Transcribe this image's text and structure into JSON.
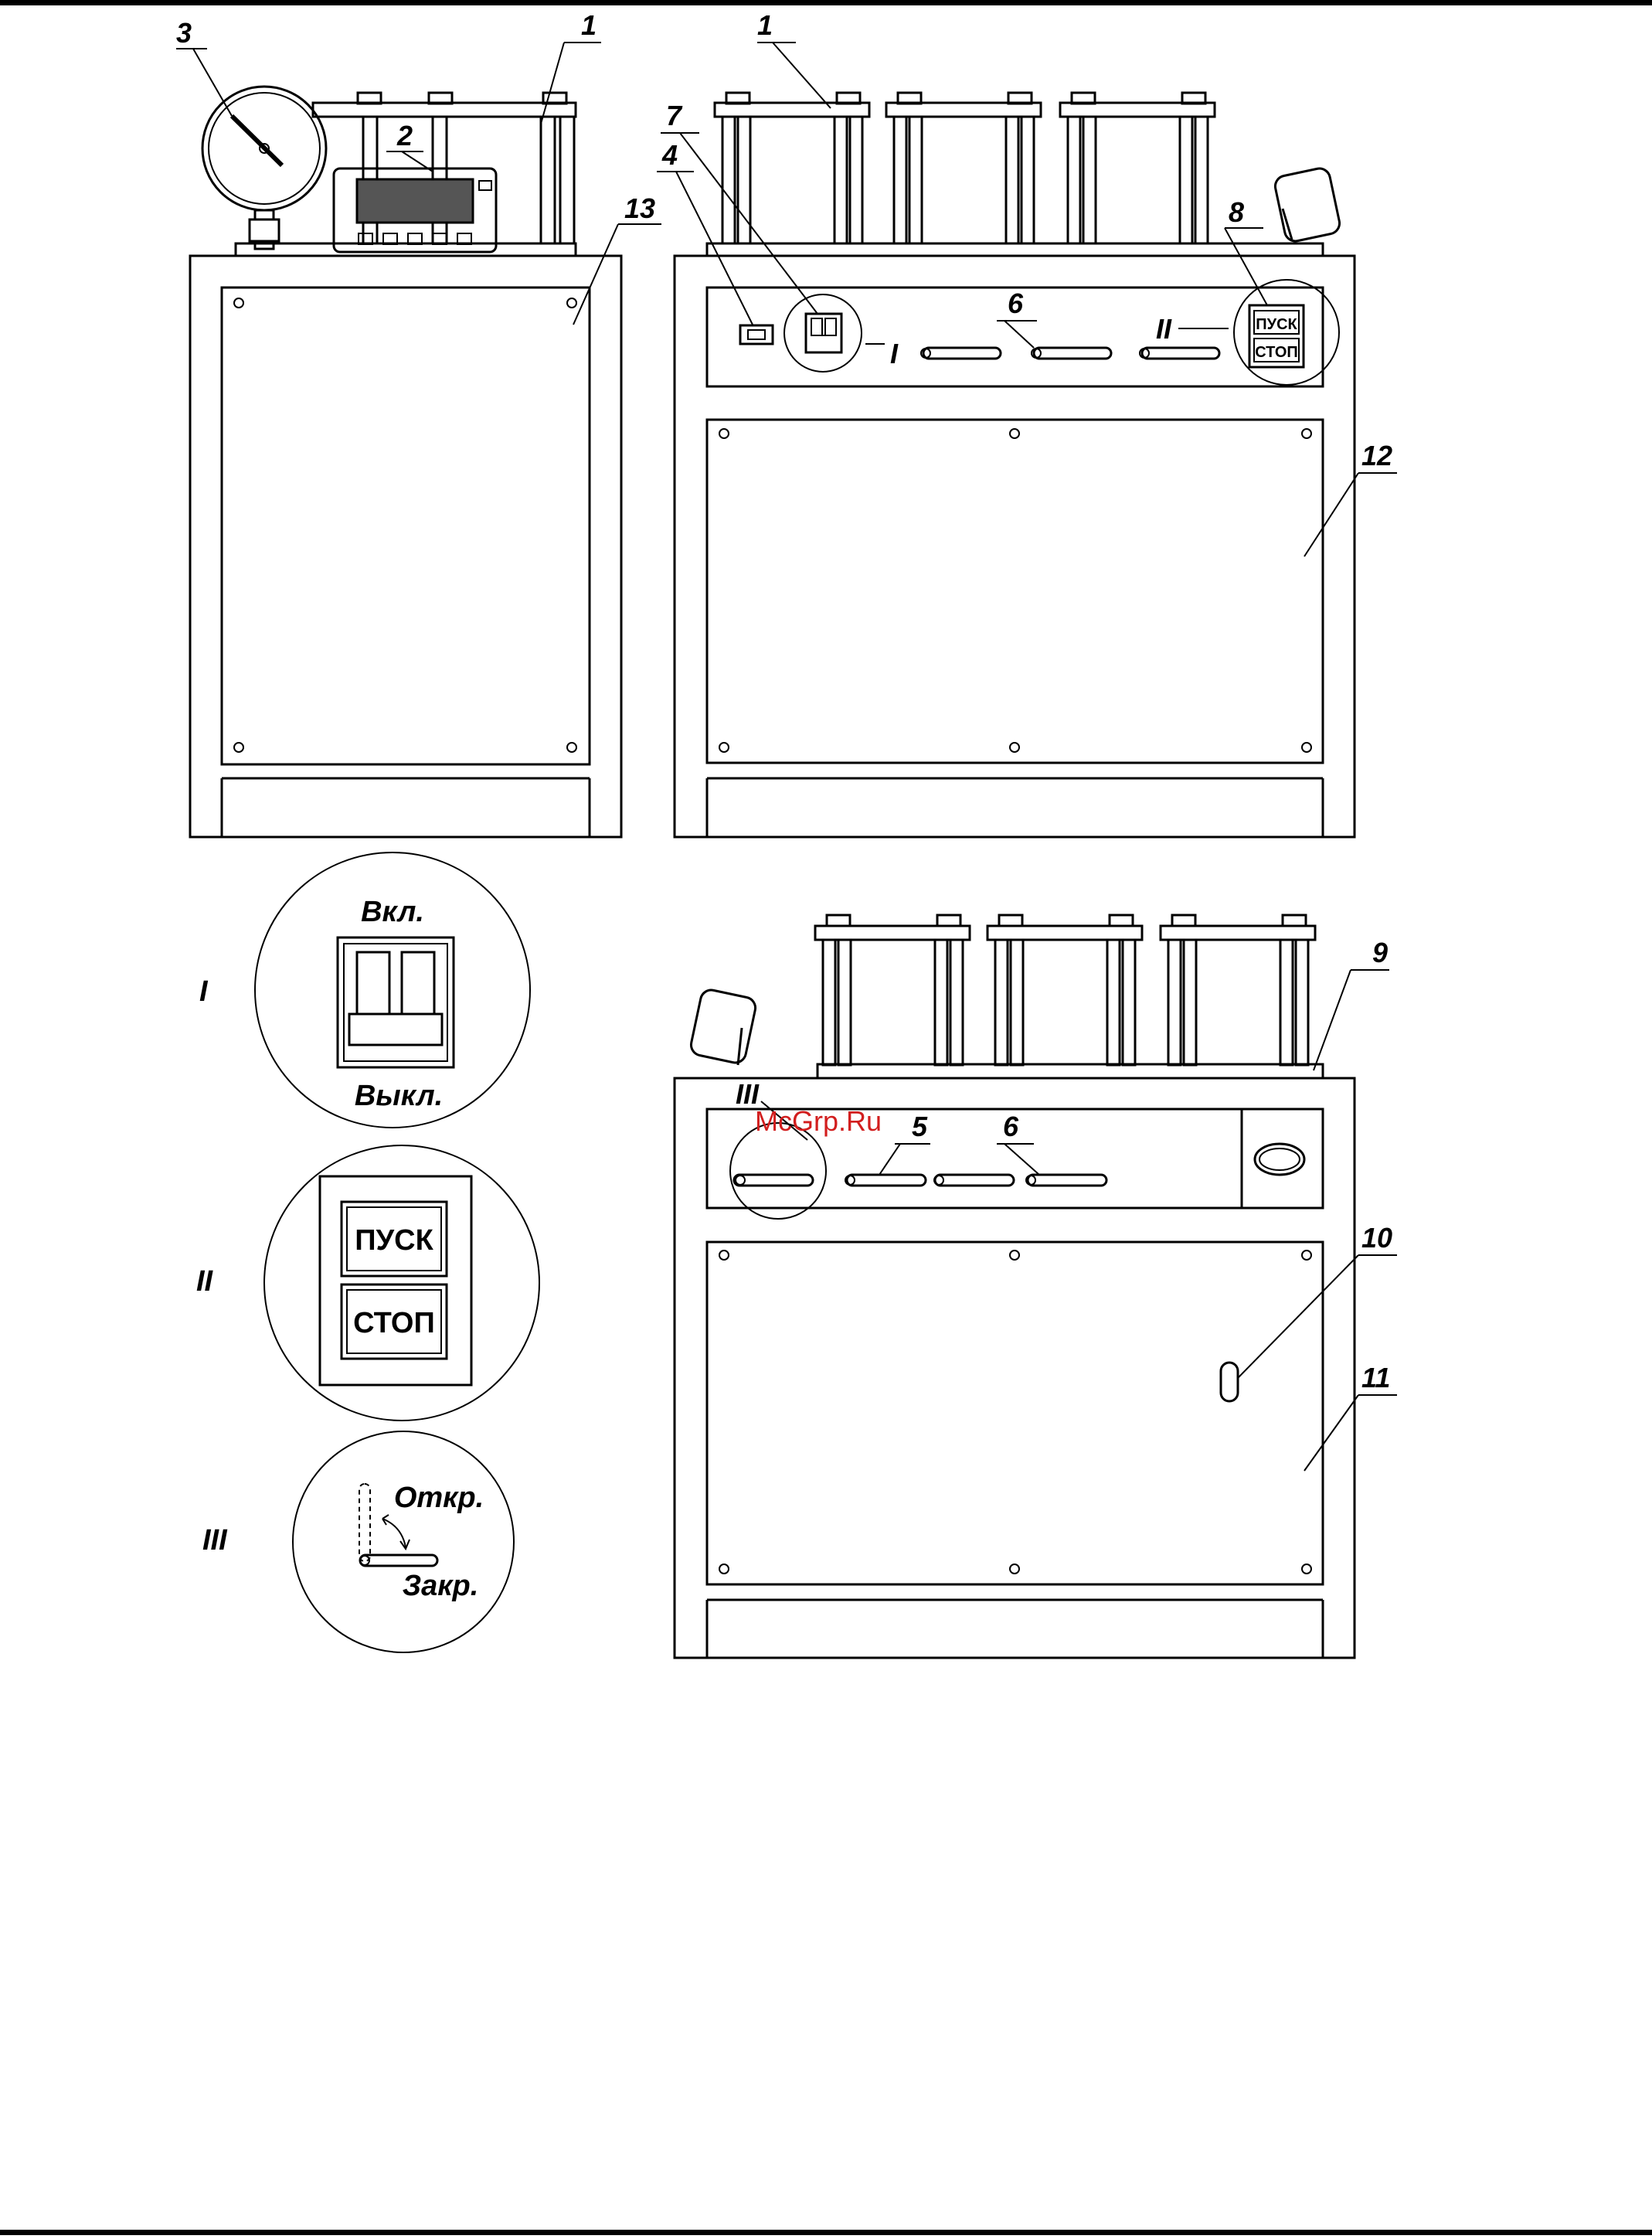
{
  "callouts": {
    "c1": "1",
    "c2": "2",
    "c3": "3",
    "c4": "4",
    "c5": "5",
    "c6": "6",
    "c7": "7",
    "c8": "8",
    "c9": "9",
    "c10": "10",
    "c11": "11",
    "c12": "12",
    "c13": "13",
    "c1b": "1",
    "c6b": "6"
  },
  "detail_markers": {
    "I": "I",
    "II": "II",
    "III": "III"
  },
  "detail_I": {
    "title": "I",
    "on": "Вкл.",
    "off": "Выкл."
  },
  "detail_II": {
    "title": "II",
    "start": "ПУСК",
    "stop": "СТОП"
  },
  "detail_III": {
    "title": "III",
    "open": "Откр.",
    "closed": "Закр."
  },
  "panel_buttons": {
    "start": "ПУСК",
    "stop": "СТОП"
  },
  "watermark": "McGrp.Ru"
}
